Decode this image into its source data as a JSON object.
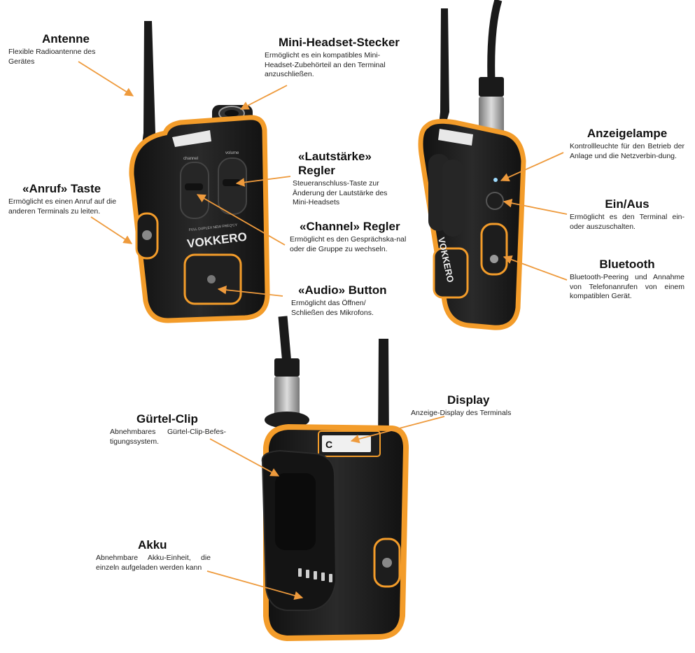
{
  "device": {
    "brand": "VOKKERO",
    "subtitle": "FULL DUPLEX NEW FREQ'CY",
    "knob_left": "channel",
    "knob_right": "volume"
  },
  "colors": {
    "accent": "#F39C2A",
    "body": "#1b1b1b",
    "arrow": "#EE9A3C",
    "rim": "#2a2a2a"
  },
  "labels": {
    "antenne": {
      "title": "Antenne",
      "desc": "Flexible Radioantenne des Gerätes"
    },
    "mini_headset": {
      "title": "Mini-Headset-Stecker",
      "desc": "Ermöglicht es ein kompatibles Mini-Headset-Zubehörteil an den Terminal anzuschließen."
    },
    "lautstaerke": {
      "title": "«Lautstärke» Regler",
      "desc": "Steueranschluss-Taste zur Änderung der Lautstärke des Mini-Headsets"
    },
    "anruf": {
      "title": "«Anruf» Taste",
      "desc": "Ermöglicht es einen Anruf auf die anderen Terminals zu leiten."
    },
    "channel": {
      "title": "«Channel» Regler",
      "desc": "Ermöglicht es den Gesprächska-nal oder die Gruppe zu wechseln."
    },
    "audio": {
      "title": "«Audio» Button",
      "desc": "Ermöglicht das Öffnen/ Schließen des Mikrofons."
    },
    "anzeigelampe": {
      "title": "Anzeigelampe",
      "desc": "Kontrollleuchte für den Betrieb der Anlage und die Netzverbin-dung."
    },
    "ein_aus": {
      "title": "Ein/Aus",
      "desc": "Ermöglicht es den Terminal ein-oder auszuschalten."
    },
    "bluetooth": {
      "title": "Bluetooth",
      "desc": "Bluetooth-Peering und Annahme von Telefonanrufen von einem kompatiblen Gerät."
    },
    "display": {
      "title": "Display",
      "desc": "Anzeige-Display des Terminals"
    },
    "guertel": {
      "title": "Gürtel-Clip",
      "desc": "Abnehmbares Gürtel-Clip-Befes-tigungssystem."
    },
    "akku": {
      "title": "Akku",
      "desc": "Abnehmbare Akku-Einheit, die einzeln aufgeladen werden kann"
    }
  }
}
